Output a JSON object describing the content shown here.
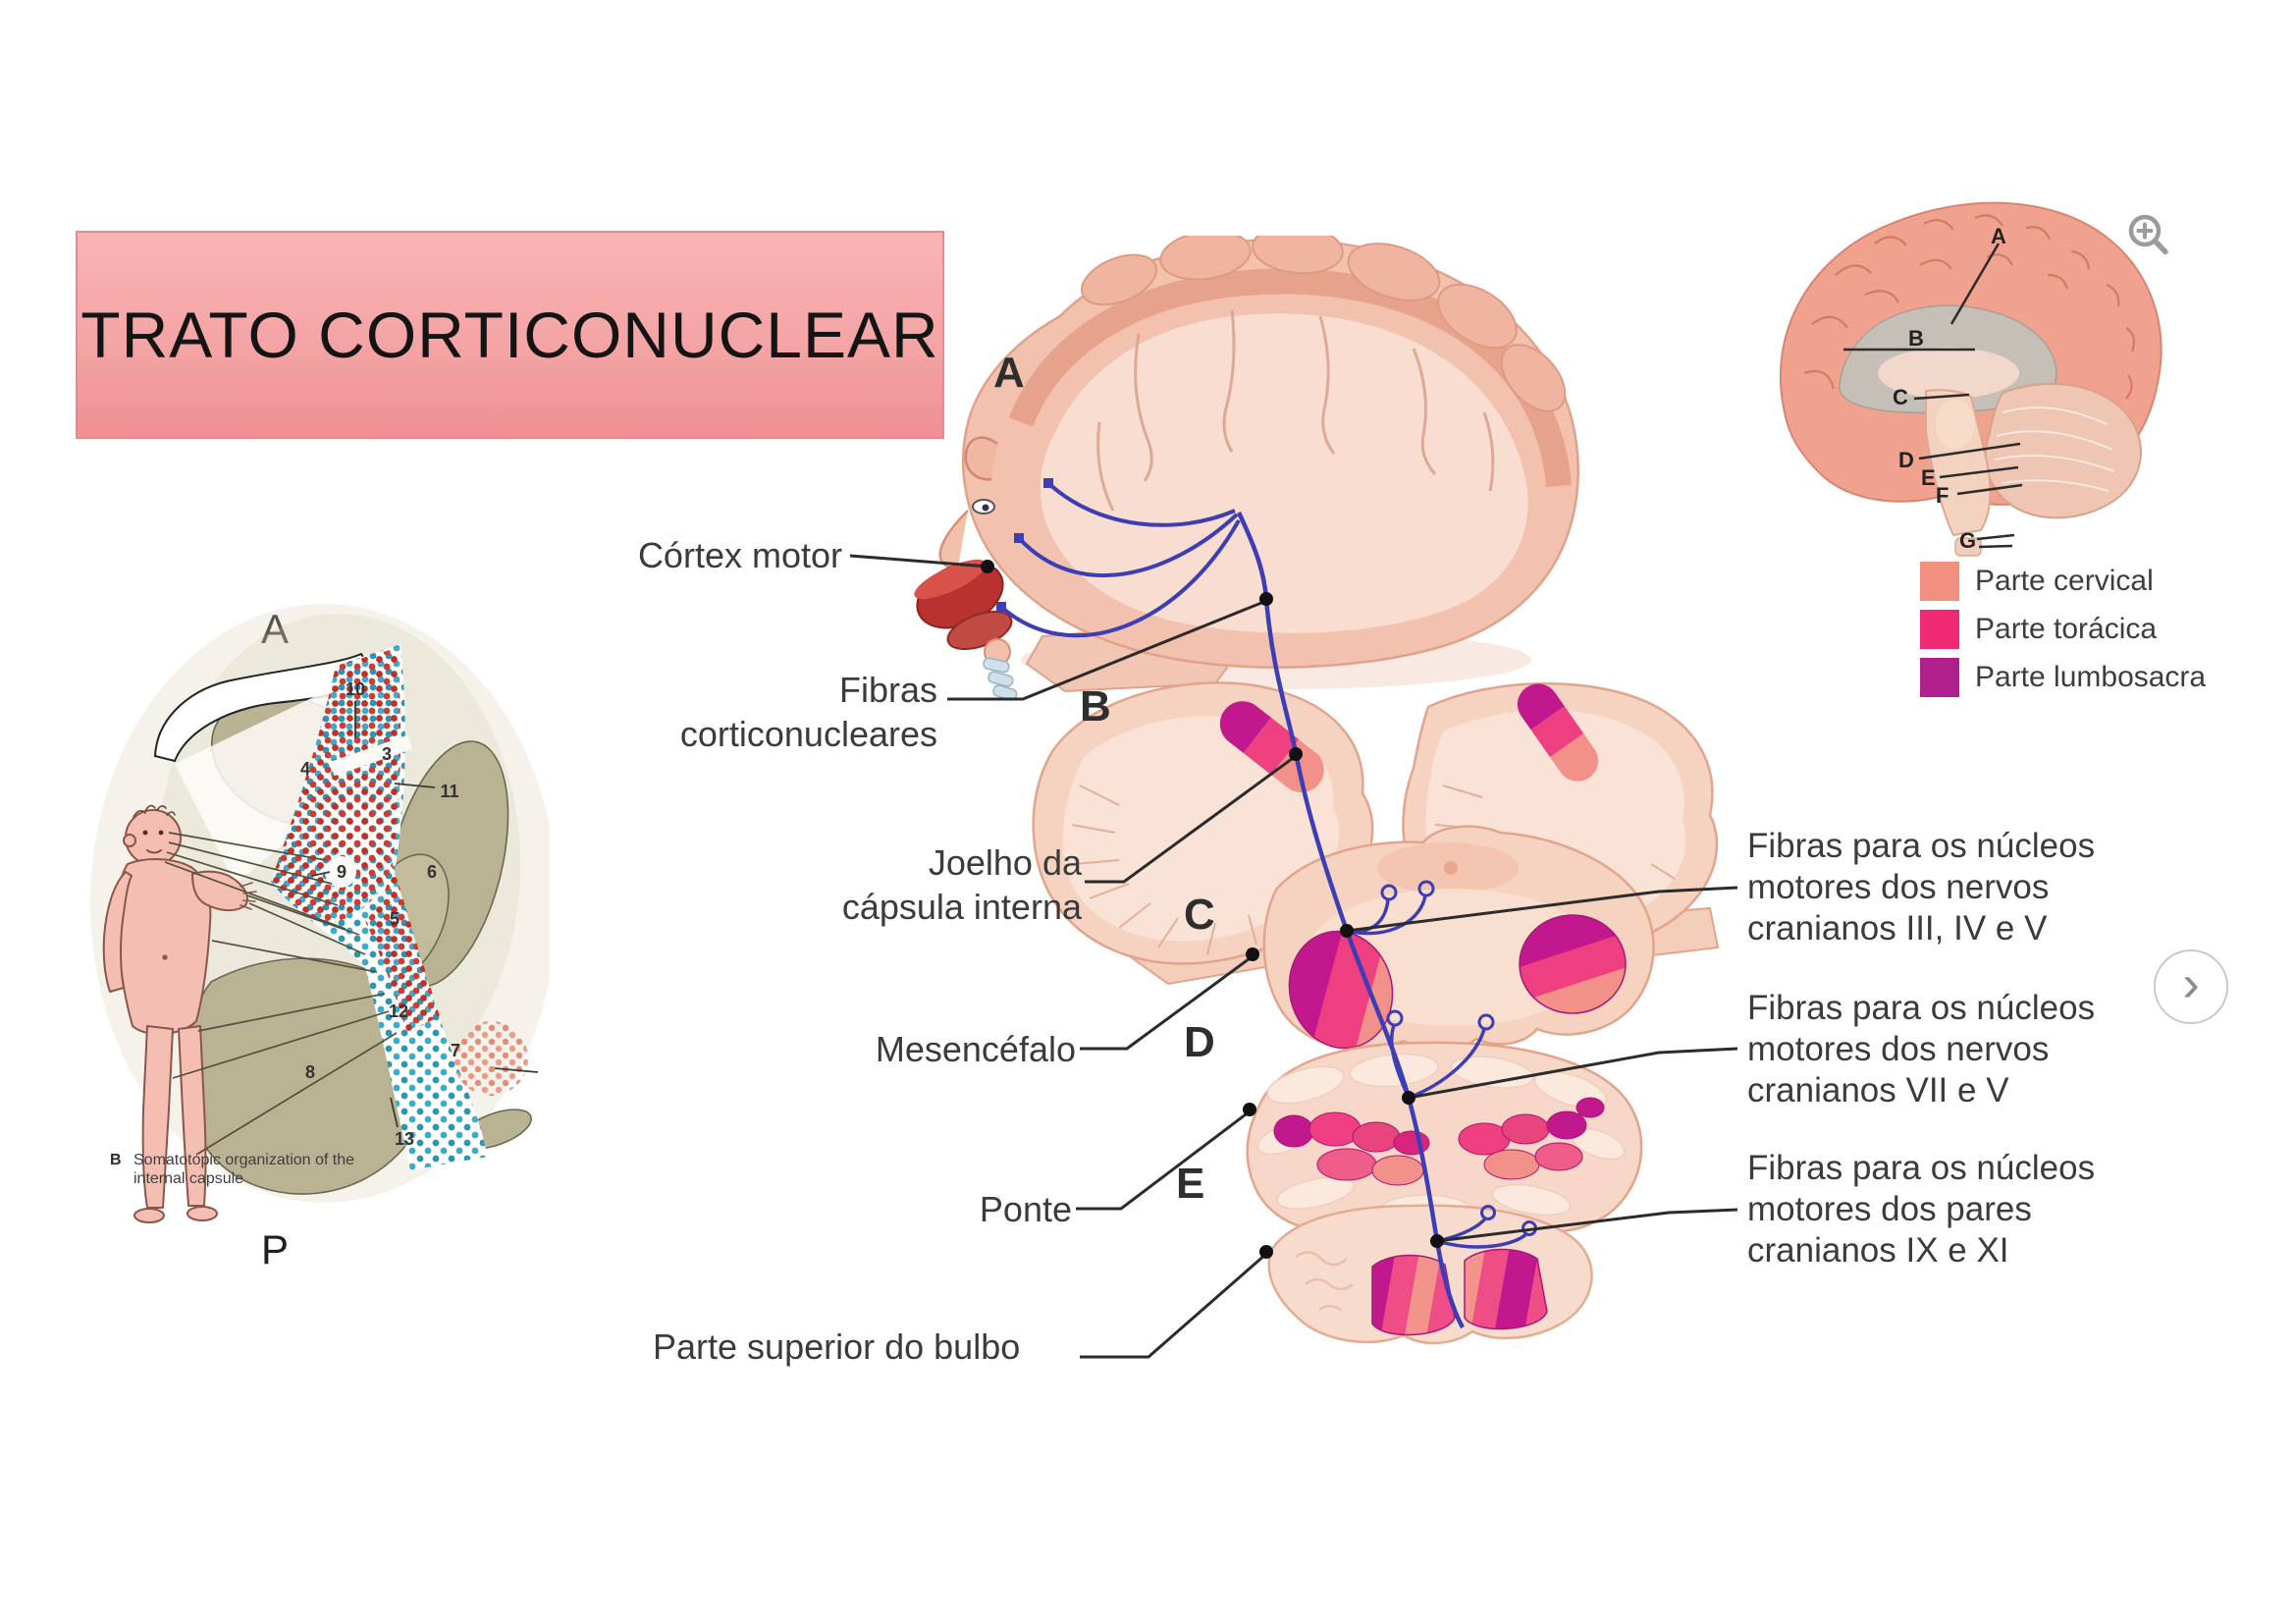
{
  "title": "TRATO CORTICONUCLEAR",
  "left_figure": {
    "label_top": "A",
    "label_bottom": "P",
    "caption_prefix": "B",
    "caption_text": "Somatotopic organization of the internal capsule",
    "numbers": [
      {
        "label": "10"
      },
      {
        "label": "3"
      },
      {
        "label": "4"
      },
      {
        "label": "11"
      },
      {
        "label": "9"
      },
      {
        "label": "6"
      },
      {
        "label": "5"
      },
      {
        "label": "12"
      },
      {
        "label": "8"
      },
      {
        "label": "7"
      },
      {
        "label": "13"
      }
    ]
  },
  "main_figure": {
    "section_labels": {
      "a": "A",
      "b": "B",
      "c": "C",
      "d": "D",
      "e": "E"
    },
    "annotations": {
      "cortex_motor": "Córtex motor",
      "fibras_line1": "Fibras",
      "fibras_line2": "corticonucleares",
      "joelho_line1": "Joelho da",
      "joelho_line2": "cápsula interna",
      "mesencefalo": "Mesencéfalo",
      "ponte": "Ponte",
      "bulbo": "Parte superior do bulbo"
    },
    "right_labels": [
      {
        "line1": "Fibras para os núcleos",
        "line2": "motores dos nervos",
        "line3": "cranianos III, IV e V"
      },
      {
        "line1": "Fibras para os núcleos",
        "line2": "motores dos nervos",
        "line3": "cranianos VII e V"
      },
      {
        "line1": "Fibras para os núcleos",
        "line2": "motores dos pares",
        "line3": "cranianos IX e XI"
      }
    ]
  },
  "mini_figure": {
    "labels": {
      "a": "A",
      "b": "B",
      "c": "C",
      "d": "D",
      "e": "E",
      "f": "F",
      "g": "G"
    },
    "legend": [
      {
        "label": "Parte cervical",
        "color": "#f2907f"
      },
      {
        "label": "Parte torácica",
        "color": "#ee2a72"
      },
      {
        "label": "Parte lumbosacra",
        "color": "#b01f8c"
      }
    ]
  },
  "controls": {
    "next_chevron": "›"
  },
  "colors": {
    "title_bg_top": "#f8b5b4",
    "title_bg_bottom": "#ef9093",
    "title_border": "#e9898d",
    "fiber_blue": "#3d3db5",
    "magenta": "#c2188e",
    "pink": "#ee3f80",
    "salmon": "#f2908a"
  }
}
